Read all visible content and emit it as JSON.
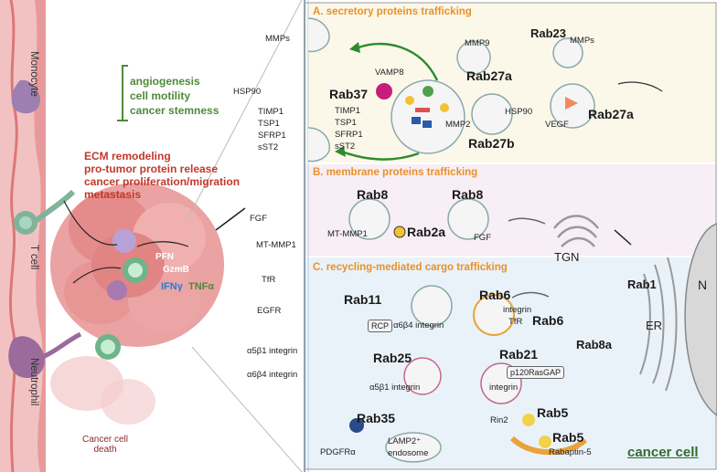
{
  "left_panel": {
    "cells": [
      "Monocyte",
      "T cell",
      "Neutrophil"
    ],
    "effects_green": [
      "angiogenesis",
      "cell motility",
      "cancer stemness"
    ],
    "effects_red": [
      "ECM remodeling",
      "pro-tumor protein release",
      "cancer proliferation/migration",
      "metastasis"
    ],
    "cytokines": {
      "pfn": "PFN",
      "gzmb": "GzmB",
      "ifng": "IFNγ",
      "tnfa": "TNFα"
    },
    "death_label": "Cancer cell death"
  },
  "section_a": {
    "title": "A. secretory proteins trafficking",
    "mmps": "MMPs",
    "hsp90": "HSP90",
    "secreted": [
      "TIMP1",
      "TSP1",
      "SFRP1",
      "sST2"
    ],
    "vamp8": "VAMP8",
    "rab37": "Rab37",
    "vesicle_cargo": [
      "TIMP1",
      "TSP1",
      "SFRP1",
      "sST2"
    ],
    "mmp9": "MMP9",
    "rab27a_1": "Rab27a",
    "rab23": "Rab23",
    "mmps_2": "MMPs",
    "mmp2": "MMP2",
    "hsp90_2": "HSP90",
    "rab27b": "Rab27b",
    "vegf": "VEGF",
    "rab27a_2": "Rab27a"
  },
  "section_b": {
    "title": "B. membrane proteins trafficking",
    "fgf_1": "FGF",
    "mt_mmp1_1": "MT-MMP1",
    "rab8_1": "Rab8",
    "mt_mmp1_2": "MT-MMP1",
    "rab2a": "Rab2a",
    "rab8_2": "Rab8",
    "fgf_2": "FGF",
    "tgn": "TGN",
    "rab1": "Rab1",
    "n": "N",
    "er": "ER"
  },
  "section_c": {
    "title": "C. recycling-mediated cargo trafficking",
    "receptors": [
      "TfR",
      "EGFR",
      "α5β1 integrin",
      "α6β4 integrin"
    ],
    "rab11": "Rab11",
    "rcp": "RCP",
    "a6b4": "α6β4 integrin",
    "rab6_1": "Rab6",
    "integrin_tfr_1": "integrin",
    "integrin_tfr_2": "TfR",
    "rab6_2": "Rab6",
    "rab8a": "Rab8a",
    "rab25": "Rab25",
    "a5b1": "α5β1 integrin",
    "rab21": "Rab21",
    "p120": "p120RasGAP",
    "integrin_21": "integrin",
    "rab35": "Rab35",
    "pdgfra": "PDGFRα",
    "lamp2": "LAMP2⁺",
    "endosome": "endosome",
    "rab5_1": "Rab5",
    "rin2": "Rin2",
    "rab5_2": "Rab5",
    "rabaptin": "Rabaptin-5",
    "cancer_cell": "cancer cell"
  }
}
